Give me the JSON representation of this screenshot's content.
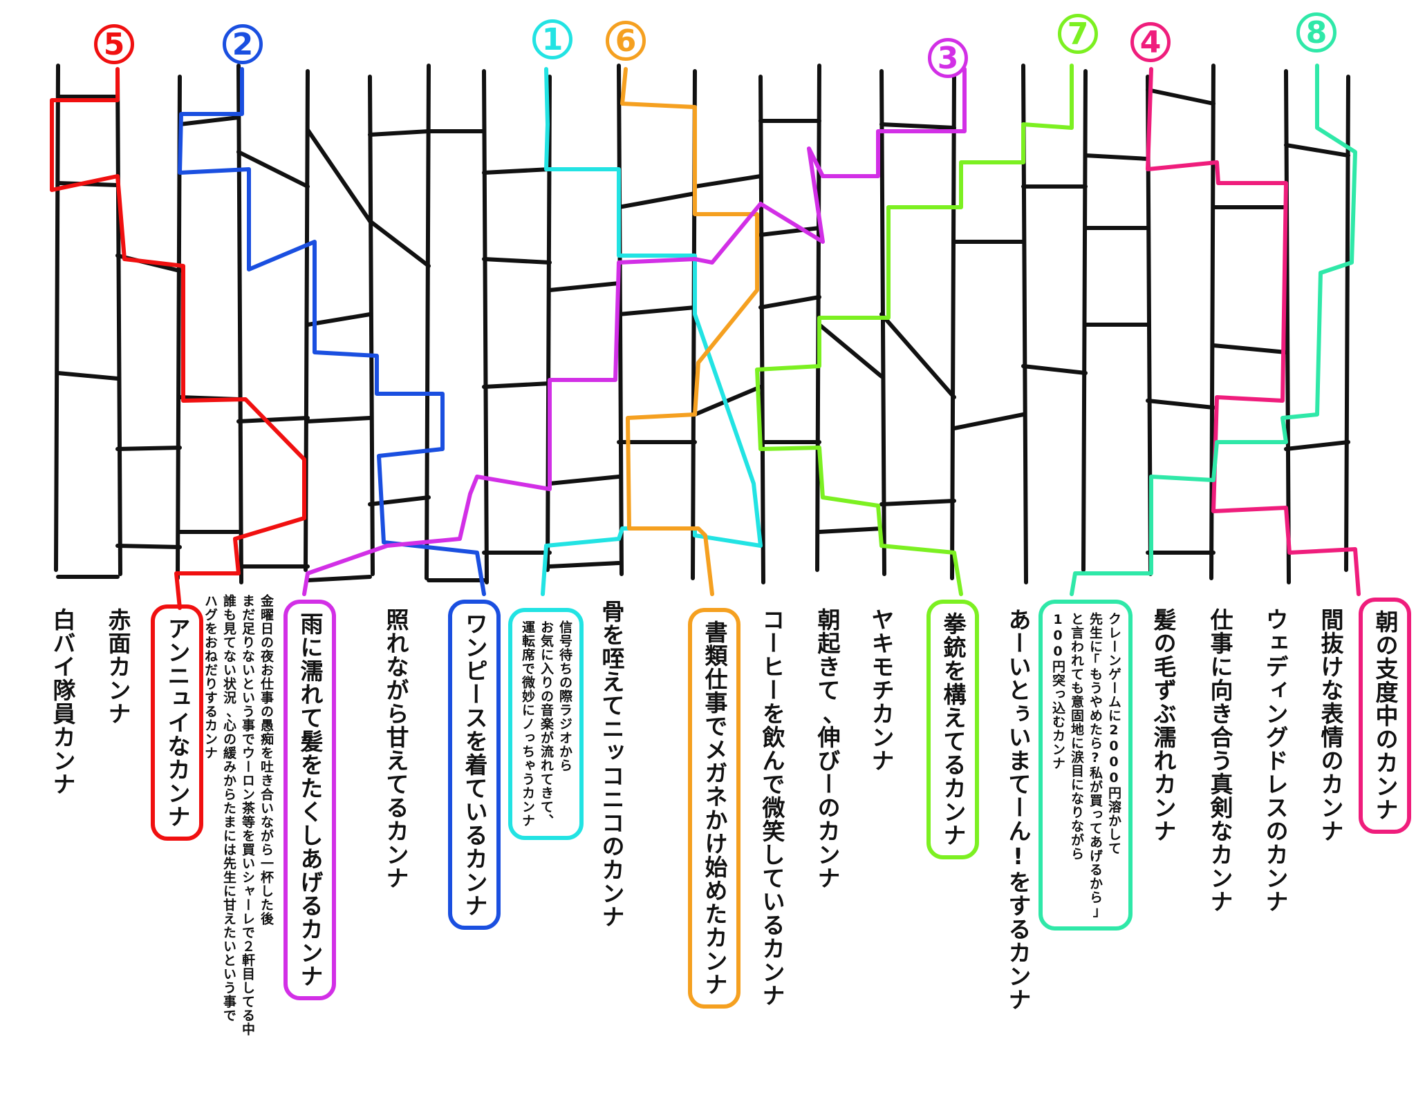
{
  "colors": {
    "ink": "#111111",
    "red": "#f01010",
    "blue": "#1a4fe0",
    "cyan": "#22e3e3",
    "orange": "#f5a020",
    "purple": "#d22fe6",
    "green": "#7cf021",
    "pink": "#ef1d7c",
    "teal": "#2fe8a8"
  },
  "badges": [
    {
      "text": "5",
      "color": "red"
    },
    {
      "text": "2",
      "color": "blue"
    },
    {
      "text": "1",
      "color": "cyan"
    },
    {
      "text": "6",
      "color": "orange"
    },
    {
      "text": "3",
      "color": "purple"
    },
    {
      "text": "7",
      "color": "green"
    },
    {
      "text": "4",
      "color": "pink"
    },
    {
      "text": "8",
      "color": "teal"
    }
  ],
  "labels": [
    {
      "text": "白バイ隊員カンナ"
    },
    {
      "text": "赤面カンナ"
    },
    {
      "text": "アンニュイなカンナ",
      "box": "red"
    },
    {
      "text": "金曜日の夜お仕事の愚痴を吐き合いながら一杯した後\nまだ足りないという事でウーロン茶等を買いシャーレで２軒目してる中\n誰も見てない状況､心の緩みからたまには先生に甘えたいという事で\nハグをおねだりするカンナ",
      "small": true
    },
    {
      "text": "雨に濡れて髪をたくしあげるカンナ",
      "box": "purple"
    },
    {
      "text": "照れながら甘えてるカンナ"
    },
    {
      "text": "ワンピースを着ているカンナ",
      "box": "blue"
    },
    {
      "text": "信号待ちの際ラジオから\nお気に入りの音楽が流れてきて、\n運転席で微妙にノっちゃうカンナ",
      "box": "cyan",
      "small": true
    },
    {
      "text": "骨を咥えてニッコニコのカンナ"
    },
    {
      "text": "書類仕事でメガネかけ始めたカンナ",
      "box": "orange"
    },
    {
      "text": "コーヒーを飲んで微笑しているカンナ"
    },
    {
      "text": "朝起きて､伸びーのカンナ"
    },
    {
      "text": "ヤキモチカンナ"
    },
    {
      "text": "拳銃を構えてるカンナ",
      "box": "green"
    },
    {
      "text": "あーいとぅいまてーん!をするカンナ"
    },
    {
      "text": "クレーンゲームに2000円溶かして\n先生に｢もうやめたら?私が買ってあげるから｣\nと言われても意固地に涙目になりながら\n100円突っ込むカンナ",
      "box": "teal",
      "small": true
    },
    {
      "text": "髪の毛ずぶ濡れカンナ"
    },
    {
      "text": "仕事に向き合う真剣なカンナ"
    },
    {
      "text": "ウェディングドレスのカンナ"
    },
    {
      "text": "間抜けな表情のカンナ"
    },
    {
      "text": "朝の支度中のカンナ",
      "box": "pink"
    }
  ]
}
